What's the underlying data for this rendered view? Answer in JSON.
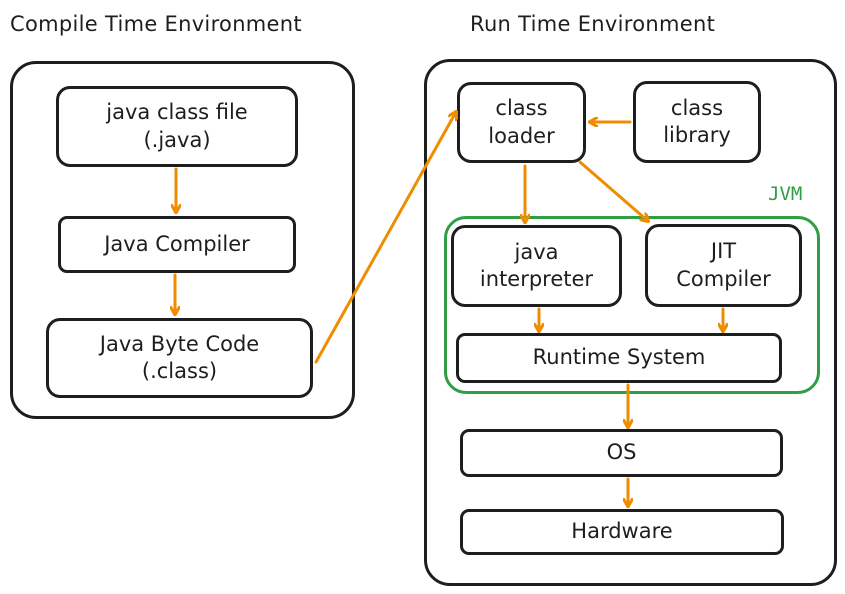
{
  "titles": {
    "compile": "Compile Time Environment",
    "runtime": "Run Time Environment"
  },
  "compile_boxes": {
    "source": [
      "java class file",
      "(.java)"
    ],
    "compiler": "Java Compiler",
    "bytecode": [
      "Java Byte Code",
      "(.class)"
    ]
  },
  "runtime_boxes": {
    "class_loader": [
      "class",
      "loader"
    ],
    "class_library": [
      "class",
      "library"
    ],
    "interpreter": [
      "java",
      "interpreter"
    ],
    "jit": [
      "JIT",
      "Compiler"
    ],
    "runtime_system": "Runtime System",
    "os": "OS",
    "hardware": "Hardware"
  },
  "jvm_label": "JVM",
  "colors": {
    "arrow": "#f08c00",
    "jvm": "#2f9e44",
    "stroke": "#1e1e1e"
  }
}
